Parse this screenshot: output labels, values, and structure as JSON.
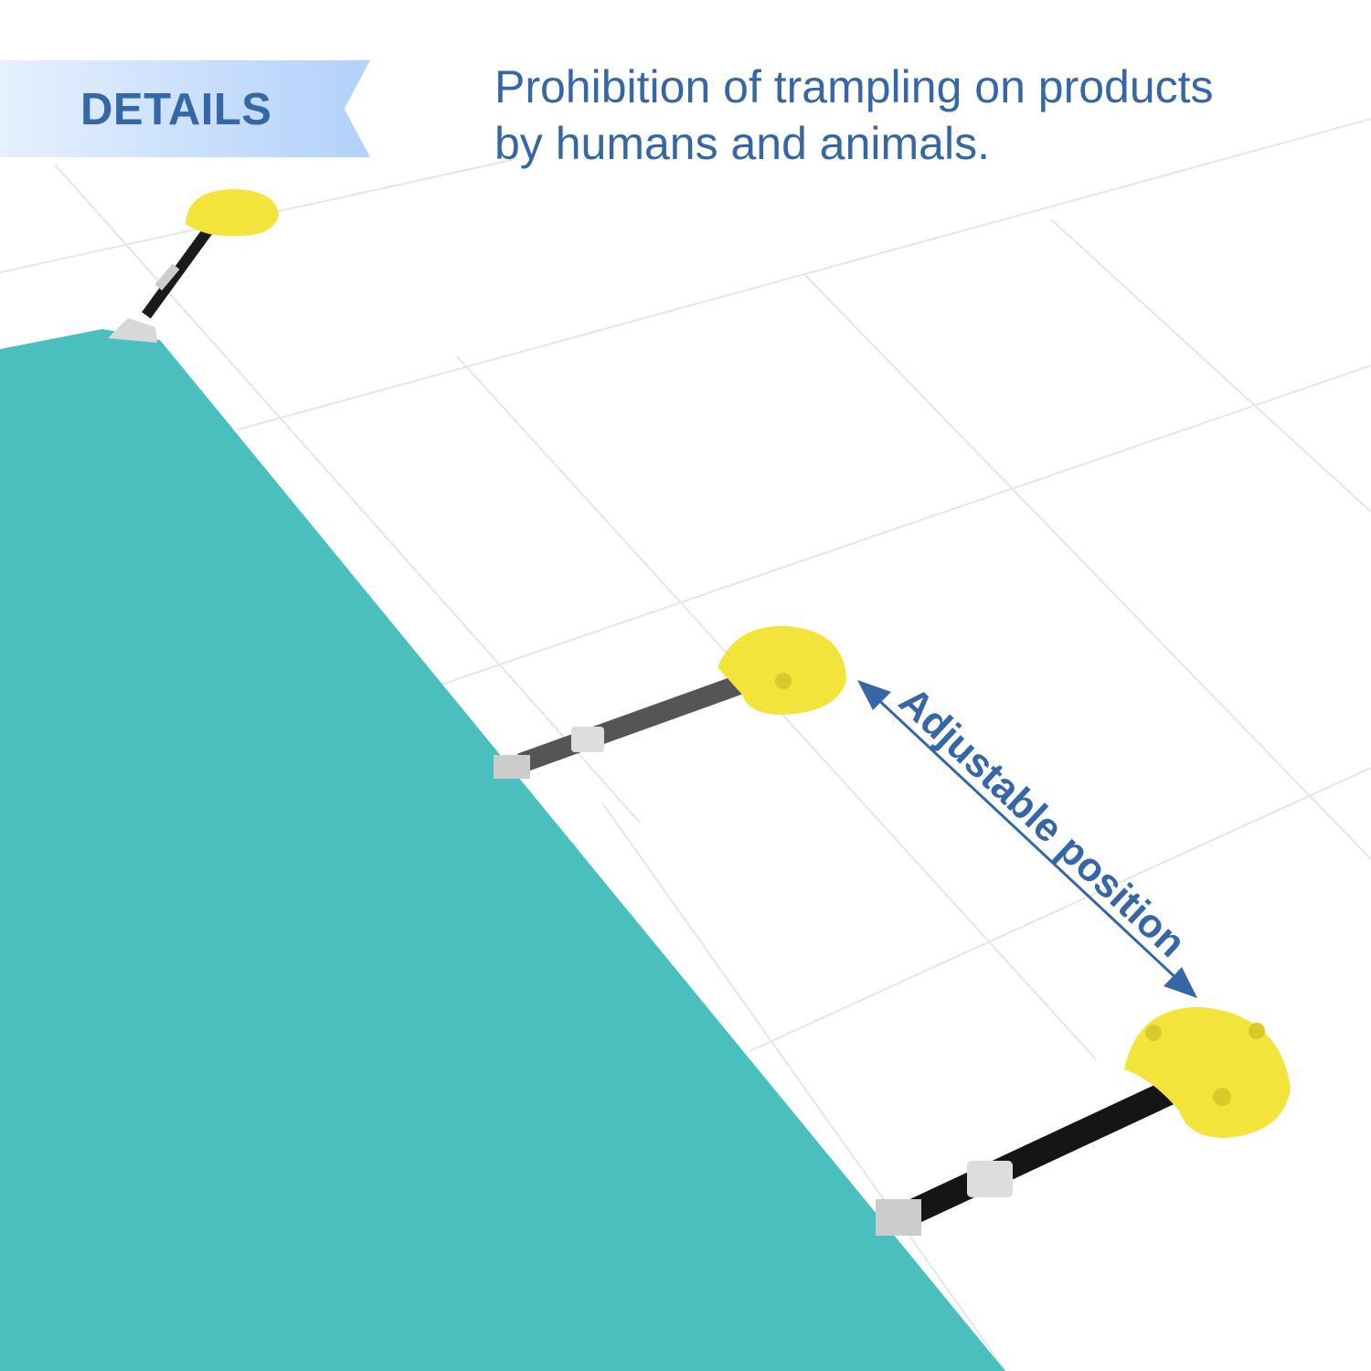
{
  "banner": {
    "label": "DETAILS"
  },
  "headline": {
    "line1": "Prohibition of trampling on products",
    "line2": "by humans and animals."
  },
  "annotation": {
    "label": "Adjustable position"
  },
  "colors": {
    "accent": "#3567a6",
    "cover": "#4bbfbd",
    "anchor": "#f2e43a",
    "banner_start": "#e6f0fe",
    "banner_end": "#b2d1fb"
  }
}
